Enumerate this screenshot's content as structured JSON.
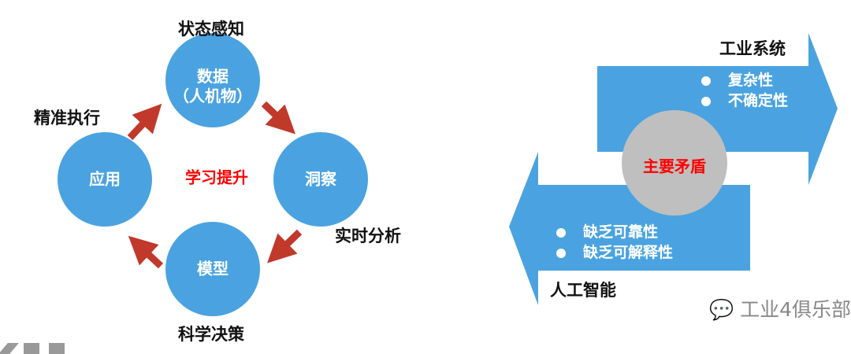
{
  "left_diagram": {
    "center_label": "学习提升",
    "nodes": {
      "data": "数据\n（人机物）",
      "insight": "洞察",
      "model": "模型",
      "apply": "应用"
    },
    "stages": {
      "state": "状态感知",
      "analysis": "实时分析",
      "decision": "科学决策",
      "execute": "精准执行"
    }
  },
  "right_diagram": {
    "industrial": {
      "title": "工业系统",
      "items": [
        "复杂性",
        "不确定性"
      ]
    },
    "ai": {
      "title": "人工智能",
      "items": [
        "缺乏可靠性",
        "缺乏可解释性"
      ]
    },
    "center_label": "主要矛盾",
    "colors": {
      "arrow": "#4aa3e0",
      "circle": "#bfbfbf",
      "arrow_red": "#c0392b"
    }
  },
  "watermark": "工业4俱乐部"
}
